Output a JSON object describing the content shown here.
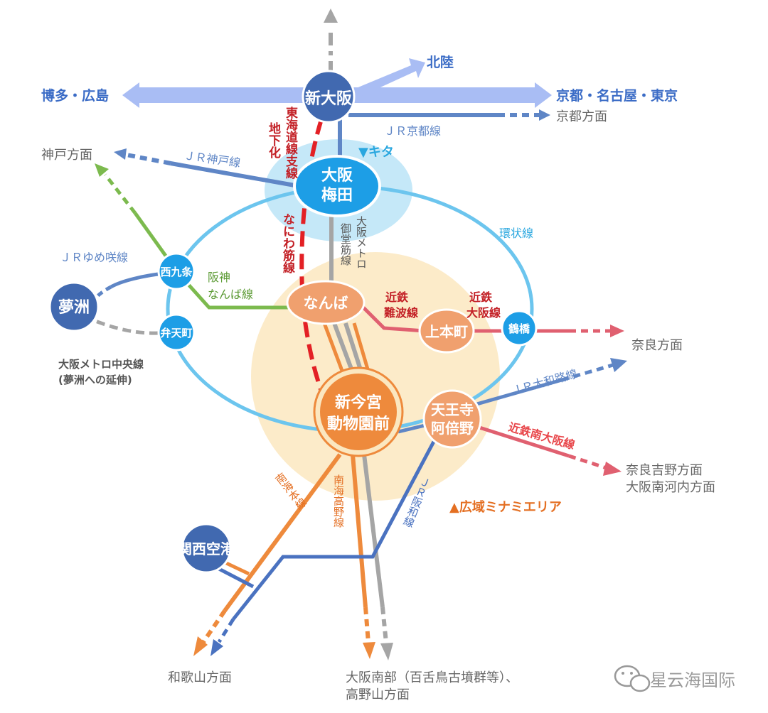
{
  "colors": {
    "jr_blue": "#5f86c6",
    "loop": "#6cc5ee",
    "kita_zone": "#bfe6f7",
    "minami_zone": "#fbe7c0",
    "red": "#e8464a",
    "tokaido_red": "#e32025",
    "orange": "#ee8a3c",
    "gray": "#a5a5a5",
    "green": "#7cba4e",
    "station_dark": "#4169b0",
    "station_blue": "#1d9ee6",
    "station_orange": "#f0a06e",
    "arrow_light": "#a9bdf4",
    "text_blue": "#3b6cc6",
    "text_gray": "#666666",
    "text_orange": "#e46f22"
  },
  "stations": {
    "shin_osaka": "新大阪",
    "osaka_umeda_1": "大阪",
    "osaka_umeda_2": "梅田",
    "namba": "なんば",
    "shin_imamiya_1": "新今宮",
    "shin_imamiya_2": "動物園前",
    "tennoji_1": "天王寺",
    "tennoji_2": "阿倍野",
    "uehommachi": "上本町",
    "tsuruhashi": "鶴橋",
    "nishikujo": "西九条",
    "bentencho": "弁天町",
    "yumeshima": "夢洲",
    "kansai_airport": "関西空港"
  },
  "destinations": {
    "hakata": "博多・広島",
    "hokuriku": "北陸",
    "kyoto_tokyo": "京都・名古屋・東京",
    "kyoto_direction": "京都方面",
    "kobe": "神戸方面",
    "nara": "奈良方面",
    "nara_yoshino_1": "奈良吉野方面",
    "nara_yoshino_2": "大阪南河内方面",
    "wakayama": "和歌山方面",
    "south_1": "大阪南部（百舌鳥古墳群等）、",
    "south_2": "高野山方面",
    "metro_chuo_1": "大阪メトロ中央線",
    "metro_chuo_2": "(夢洲への延伸)"
  },
  "lines": {
    "jr_kyoto": "ＪＲ京都線",
    "jr_kobe": "ＪＲ神戸線",
    "loop": "環状線",
    "jr_yumesaki": "ＪＲゆめ咲線",
    "hanshin_1": "阪神",
    "hanshin_2": "なんば線",
    "kintetsu_namba_1": "近鉄",
    "kintetsu_namba_2": "難波線",
    "kintetsu_osaka_1": "近鉄",
    "kintetsu_osaka_2": "大阪線",
    "jr_yamatoji": "ＪＲ大和路線",
    "kintetsu_minami_osaka": "近鉄南大阪線",
    "tokaido_branch_v1": "東海道線支線",
    "tokaido_branch_v2": "地下化",
    "naniwasuji_v": "なにわ筋線",
    "midosuji_v1": "大阪メトロ",
    "midosuji_v2": "御堂筋線",
    "nankai_main_v": "南海本線",
    "nankai_koya_v": "南海高野線",
    "jr_hanwa_v": "ＪＲ阪和線"
  },
  "areas": {
    "kita": "▼キタ",
    "minami": "▲広域ミナミエリア"
  },
  "watermark": "星云海国际"
}
